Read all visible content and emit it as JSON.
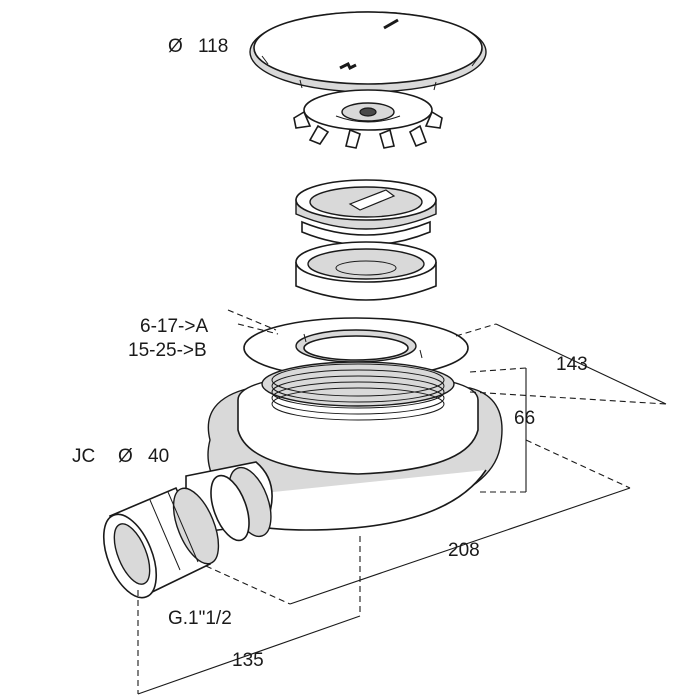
{
  "labels": {
    "cover_diameter_symbol": "Ø",
    "cover_diameter": "118",
    "flange_a": "6-17->A",
    "flange_b": "15-25->B",
    "width_143": "143",
    "height_66": "66",
    "jc_label": "JC",
    "jc_diameter_symbol": "Ø",
    "jc_diameter": "40",
    "length_208": "208",
    "thread": "G.1\"1/2",
    "length_135": "135"
  }
}
